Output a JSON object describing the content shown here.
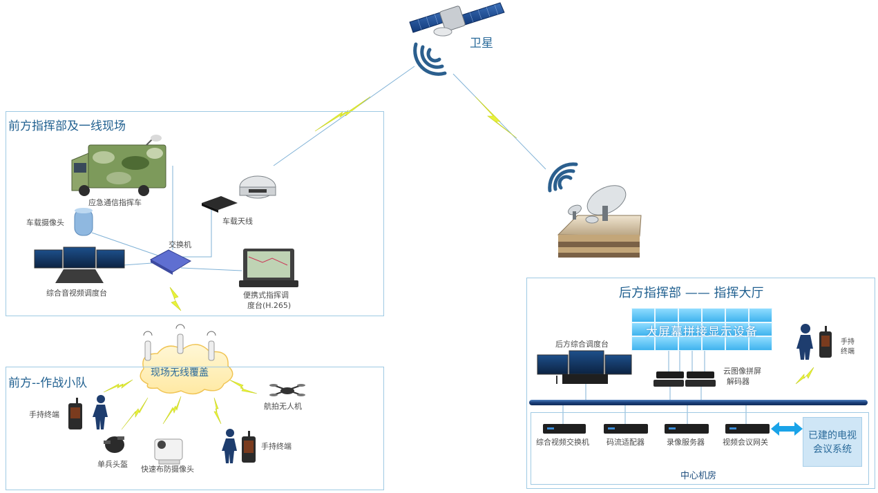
{
  "satellite": {
    "label": "卫星"
  },
  "front_command": {
    "title": "前方指挥部及一线现场",
    "vehicle": "应急通信指挥车",
    "vehicle_camera": "车载摄像头",
    "vehicle_antenna": "车载天线",
    "switch": "交换机",
    "av_console": "综合音视频调度台",
    "portable_console": [
      "便携式指挥调",
      "度台(H.265)"
    ]
  },
  "wireless": {
    "label": "现场无线覆盖"
  },
  "front_team": {
    "title": "前方--作战小队",
    "handheld_left": "手持终端",
    "helmet": "单兵头盔",
    "rapid_camera": "快速布防摄像头",
    "handheld_right": "手持终端",
    "drone": "航拍无人机"
  },
  "rear_command": {
    "title": "后方指挥部 —— 指挥大厅",
    "video_wall": "大屏幕拼接显示设备",
    "rear_console": "后方综合调度台",
    "decoder": [
      "云图像拼屏",
      "解码器"
    ],
    "handheld": [
      "手持",
      "终端"
    ],
    "machine_room": {
      "title": "中心机房",
      "devices": [
        "综合视频交换机",
        "码流适配器",
        "录像服务器",
        "视频会议网关"
      ],
      "existing_system": [
        "已建的电视",
        "会议系统"
      ]
    }
  }
}
